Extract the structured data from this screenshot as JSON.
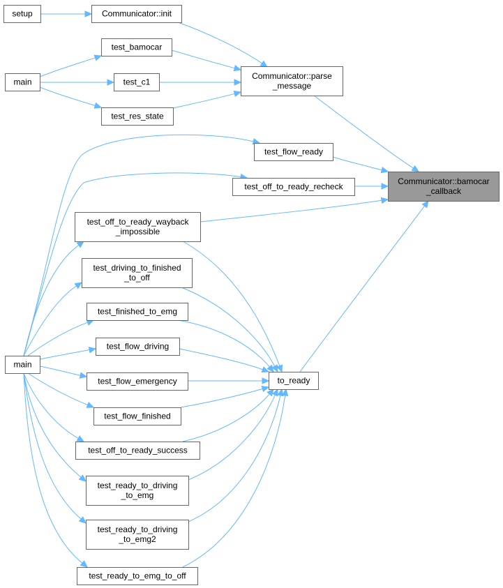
{
  "diagram": {
    "focus_color": "#999999",
    "edge_color": "#63b8ff",
    "nodes": [
      {
        "id": "setup",
        "lines": [
          "setup"
        ]
      },
      {
        "id": "comm_init",
        "lines": [
          "Communicator::init"
        ]
      },
      {
        "id": "test_bamocar",
        "lines": [
          "test_bamocar"
        ]
      },
      {
        "id": "main1",
        "lines": [
          "main"
        ]
      },
      {
        "id": "test_c1",
        "lines": [
          "test_c1"
        ]
      },
      {
        "id": "test_res_state",
        "lines": [
          "test_res_state"
        ]
      },
      {
        "id": "parse",
        "lines": [
          "Communicator::parse",
          "_message"
        ]
      },
      {
        "id": "flow_ready",
        "lines": [
          "test_flow_ready"
        ]
      },
      {
        "id": "recheck",
        "lines": [
          "test_off_to_ready_recheck"
        ]
      },
      {
        "id": "callback",
        "lines": [
          "Communicator::bamocar",
          "_callback"
        ],
        "focus": true
      },
      {
        "id": "wayback",
        "lines": [
          "test_off_to_ready_wayback",
          "_impossible"
        ]
      },
      {
        "id": "drv_fin_off",
        "lines": [
          "test_driving_to_finished",
          "_to_off"
        ]
      },
      {
        "id": "fin_emg",
        "lines": [
          "test_finished_to_emg"
        ]
      },
      {
        "id": "flow_driving",
        "lines": [
          "test_flow_driving"
        ]
      },
      {
        "id": "main2",
        "lines": [
          "main"
        ]
      },
      {
        "id": "flow_emergency",
        "lines": [
          "test_flow_emergency"
        ]
      },
      {
        "id": "to_ready",
        "lines": [
          "to_ready"
        ]
      },
      {
        "id": "flow_finished",
        "lines": [
          "test_flow_finished"
        ]
      },
      {
        "id": "off_ready_success",
        "lines": [
          "test_off_to_ready_success"
        ]
      },
      {
        "id": "rd_drv_emg",
        "lines": [
          "test_ready_to_driving",
          "_to_emg"
        ]
      },
      {
        "id": "rd_drv_emg2",
        "lines": [
          "test_ready_to_driving",
          "_to_emg2"
        ]
      },
      {
        "id": "rd_emg_off",
        "lines": [
          "test_ready_to_emg_to_off"
        ]
      }
    ],
    "edges": [
      {
        "from": "setup",
        "to": "comm_init"
      },
      {
        "from": "comm_init",
        "to": "parse"
      },
      {
        "from": "main1",
        "to": "test_bamocar"
      },
      {
        "from": "main1",
        "to": "test_c1"
      },
      {
        "from": "main1",
        "to": "test_res_state"
      },
      {
        "from": "test_bamocar",
        "to": "parse"
      },
      {
        "from": "test_c1",
        "to": "parse"
      },
      {
        "from": "test_res_state",
        "to": "parse"
      },
      {
        "from": "parse",
        "to": "callback"
      },
      {
        "from": "flow_ready",
        "to": "callback"
      },
      {
        "from": "recheck",
        "to": "callback"
      },
      {
        "from": "wayback",
        "to": "callback"
      },
      {
        "from": "to_ready",
        "to": "callback"
      },
      {
        "from": "main2",
        "to": "flow_ready"
      },
      {
        "from": "main2",
        "to": "recheck"
      },
      {
        "from": "main2",
        "to": "wayback"
      },
      {
        "from": "main2",
        "to": "drv_fin_off"
      },
      {
        "from": "main2",
        "to": "fin_emg"
      },
      {
        "from": "main2",
        "to": "flow_driving"
      },
      {
        "from": "main2",
        "to": "flow_emergency"
      },
      {
        "from": "main2",
        "to": "flow_finished"
      },
      {
        "from": "main2",
        "to": "off_ready_success"
      },
      {
        "from": "main2",
        "to": "rd_drv_emg"
      },
      {
        "from": "main2",
        "to": "rd_drv_emg2"
      },
      {
        "from": "main2",
        "to": "rd_emg_off"
      },
      {
        "from": "wayback",
        "to": "to_ready"
      },
      {
        "from": "drv_fin_off",
        "to": "to_ready"
      },
      {
        "from": "fin_emg",
        "to": "to_ready"
      },
      {
        "from": "flow_driving",
        "to": "to_ready"
      },
      {
        "from": "flow_emergency",
        "to": "to_ready"
      },
      {
        "from": "flow_finished",
        "to": "to_ready"
      },
      {
        "from": "off_ready_success",
        "to": "to_ready"
      },
      {
        "from": "rd_drv_emg",
        "to": "to_ready"
      },
      {
        "from": "rd_drv_emg2",
        "to": "to_ready"
      },
      {
        "from": "rd_emg_off",
        "to": "to_ready"
      }
    ]
  }
}
